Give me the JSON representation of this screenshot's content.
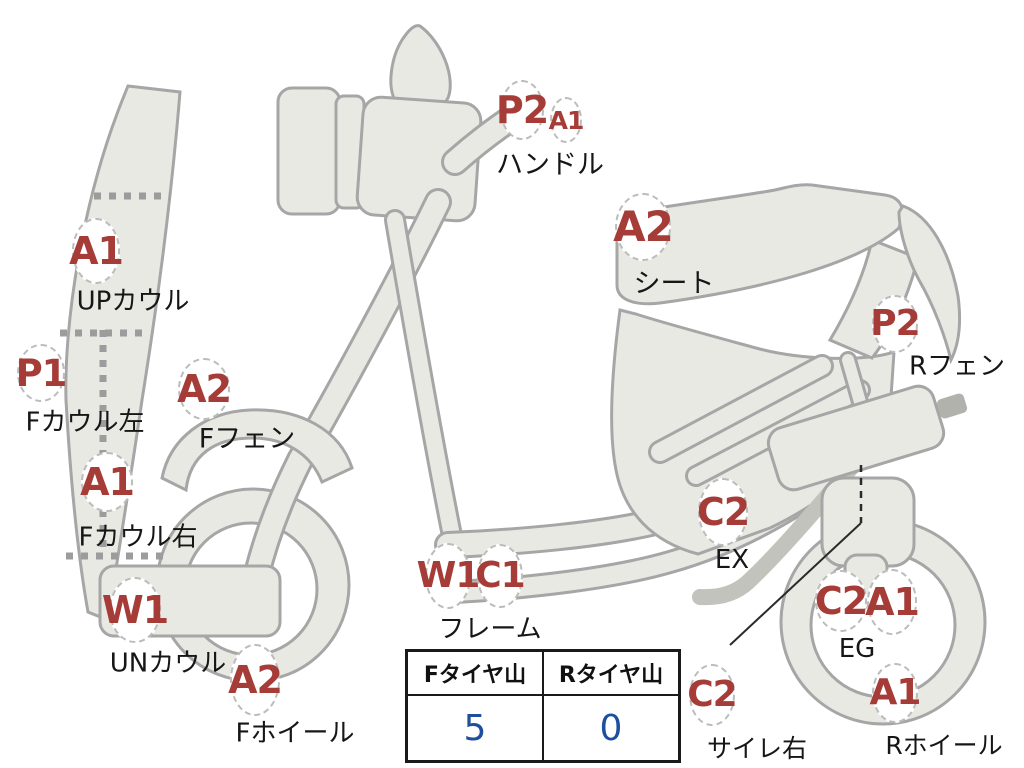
{
  "markers": [
    {
      "codes": [
        "P2",
        "A1"
      ],
      "part": "ハンドル"
    },
    {
      "codes": [
        "A1"
      ],
      "part": "UPカウル"
    },
    {
      "codes": [
        "P1"
      ],
      "part": "Fカウル左"
    },
    {
      "codes": [
        "A2"
      ],
      "part": "Fフェン"
    },
    {
      "codes": [
        "A1"
      ],
      "part": "Fカウル右"
    },
    {
      "codes": [
        "W1"
      ],
      "part": "UNカウル"
    },
    {
      "codes": [
        "A2"
      ],
      "part": "Fホイール"
    },
    {
      "codes": [
        "W1",
        "C1"
      ],
      "part": "フレーム"
    },
    {
      "codes": [
        "A2"
      ],
      "part": "シート"
    },
    {
      "codes": [
        "P2"
      ],
      "part": "Rフェン"
    },
    {
      "codes": [
        "C2"
      ],
      "part": "EX"
    },
    {
      "codes": [
        "C2",
        "A1"
      ],
      "part": "EG"
    },
    {
      "codes": [
        "C2"
      ],
      "part": "サイレ右"
    },
    {
      "codes": [
        "A1"
      ],
      "part": "Rホイール"
    }
  ],
  "tire_table": {
    "columns": [
      {
        "header": "Fタイヤ山",
        "value": "5"
      },
      {
        "header": "Rタイヤ山",
        "value": "0"
      }
    ]
  },
  "colors": {
    "code_text": "#a63c38",
    "tire_value": "#1e4f9e",
    "body_fill": "#e9e9e4",
    "body_outline": "#a6a6a6"
  }
}
